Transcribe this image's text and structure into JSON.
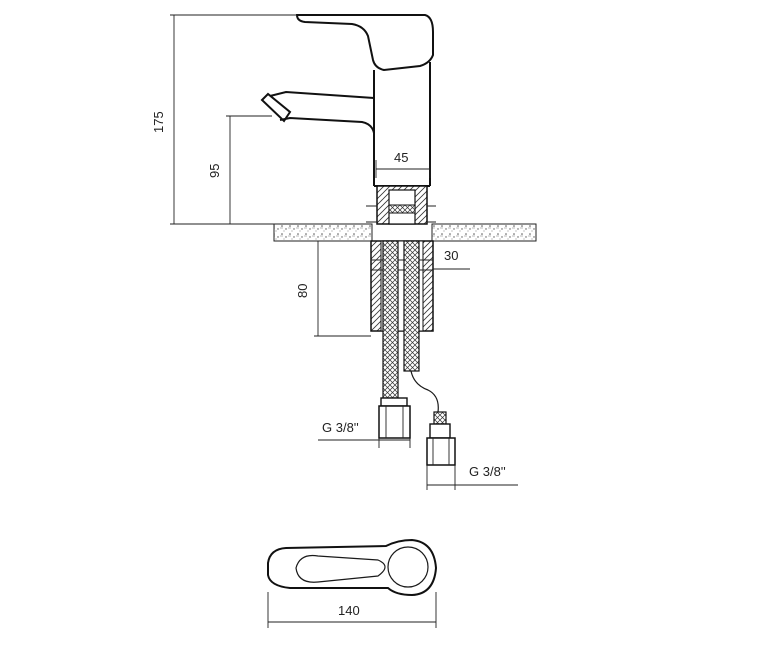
{
  "dimensions": {
    "total_height": "175",
    "spout_height": "95",
    "body_width": "45",
    "shank_diameter": "30",
    "shank_length": "80",
    "connection_left": "G 3/8''",
    "connection_right": "G 3/8''",
    "handle_length": "140"
  }
}
